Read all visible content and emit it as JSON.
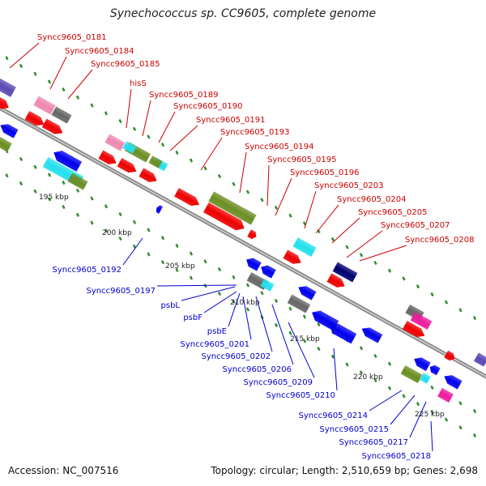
{
  "title": "Synechococcus sp. CC9605, complete genome",
  "footer": {
    "accession": "Accession: NC_007516",
    "summary": "Topology: circular; Length: 2,510,659 bp; Genes: 2,698"
  },
  "colors": {
    "forward_label": "#cc0000",
    "reverse_label": "#0000cc",
    "backbone": "#8a8a8a",
    "tick": "#2e8b2e",
    "red": "#ee0000",
    "blue": "#0000ee",
    "navy": "#00006e",
    "olive": "#6b8e23",
    "cyan": "#22e0ee",
    "pink": "#ee88b0",
    "gray": "#666666",
    "magenta": "#ee1ca0",
    "purple": "#5a4ab4"
  },
  "scale_labels": [
    "195 kbp",
    "200 kbp",
    "205 kbp",
    "210 kbp",
    "215 kbp",
    "220 kbp",
    "225 kbp"
  ],
  "forward_genes": [
    "Syncc9605_0181",
    "Syncc9605_0184",
    "Syncc9605_0185",
    "hisS",
    "Syncc9605_0189",
    "Syncc9605_0190",
    "Syncc9605_0191",
    "Syncc9605_0193",
    "Syncc9605_0194",
    "Syncc9605_0195",
    "Syncc9605_0196",
    "Syncc9605_0203",
    "Syncc9605_0204",
    "Syncc9605_0205",
    "Syncc9605_0207",
    "Syncc9605_0208"
  ],
  "reverse_genes": [
    "Syncc9605_0192",
    "Syncc9605_0197",
    "psbL",
    "psbF",
    "psbE",
    "Syncc9605_0201",
    "Syncc9605_0202",
    "Syncc9605_0206",
    "Syncc9605_0209",
    "Syncc9605_0210",
    "Syncc9605_0214",
    "Syncc9605_0215",
    "Syncc9605_0217",
    "Syncc9605_0218"
  ]
}
